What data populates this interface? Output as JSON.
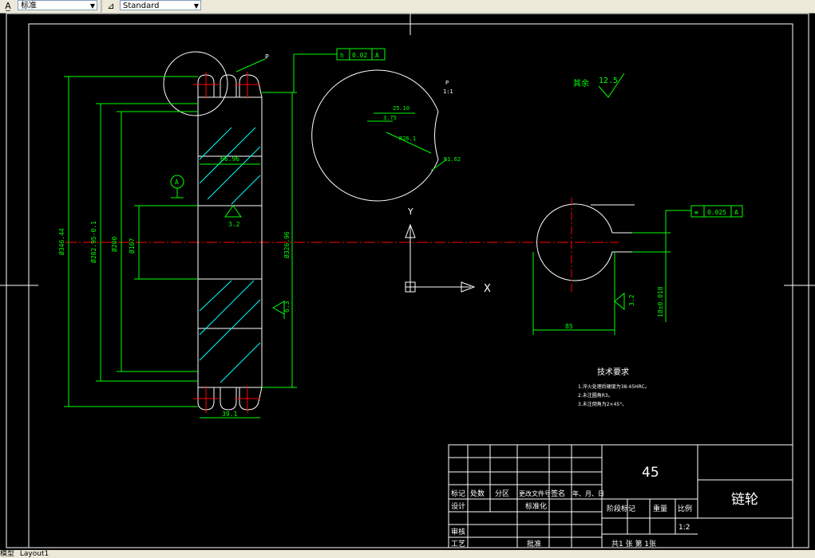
{
  "toolbar": {
    "text_style_icon": "text-style-icon",
    "text_style_value": "标准",
    "dim_style_icon": "dim-style-icon",
    "dim_style_value": "Standard"
  },
  "tabs": {
    "model": "模型",
    "layout1": "Layout1"
  },
  "colors": {
    "bg": "#000000",
    "frame": "#ffffff",
    "dim": "#00ff00",
    "center": "#ff0000",
    "hatch": "#00ffff",
    "text": "#ffffff"
  },
  "drawing": {
    "dims": {
      "d_outer": "Ø346.44",
      "d_root": "Ø282.95-0.1",
      "d_hub": "Ø200",
      "d_bore": "Ø107",
      "d_pitch": "Ø326.96",
      "hub_width": "66.96",
      "width": "39.1",
      "rough_left": "3.2",
      "rough_right": "6.3",
      "tol_left": "h",
      "tol_left_val": "0.02",
      "tol_left_ref": "A",
      "datum": "A",
      "detail_label": "P",
      "detail_scale": "1:1",
      "det_a": "25.10",
      "det_b": "3.75",
      "det_c": "R26.1",
      "det_d": "R1.62",
      "rough_rest_label": "其余",
      "rough_rest_val": "12.5",
      "kw_width": "85",
      "kw_depth": "18±0.018",
      "kw_rough": "3.2",
      "kw_tol": "0.025",
      "kw_tol_ref": "A",
      "axis_y": "Y",
      "axis_x": "X"
    },
    "tech_notes": {
      "title": "技术要求",
      "items": [
        "1.淬火处理后硬度为38-45HRC。",
        "2.未注圆角R3。",
        "3.未注倒角为2×45°。"
      ]
    }
  },
  "title_block": {
    "material": "45",
    "part_name": "链轮",
    "header_labels": [
      "标记",
      "处数",
      "分区",
      "更改文件号",
      "签名",
      "年、月、日"
    ],
    "design": "设计",
    "standardization": "标准化",
    "check": "审核",
    "process": "工艺",
    "approve": "批准",
    "stage_mark": "阶段标记",
    "weight": "重量",
    "scale_label": "比例",
    "scale_value": "1:2",
    "sheets": "共1 张 第 1张"
  }
}
